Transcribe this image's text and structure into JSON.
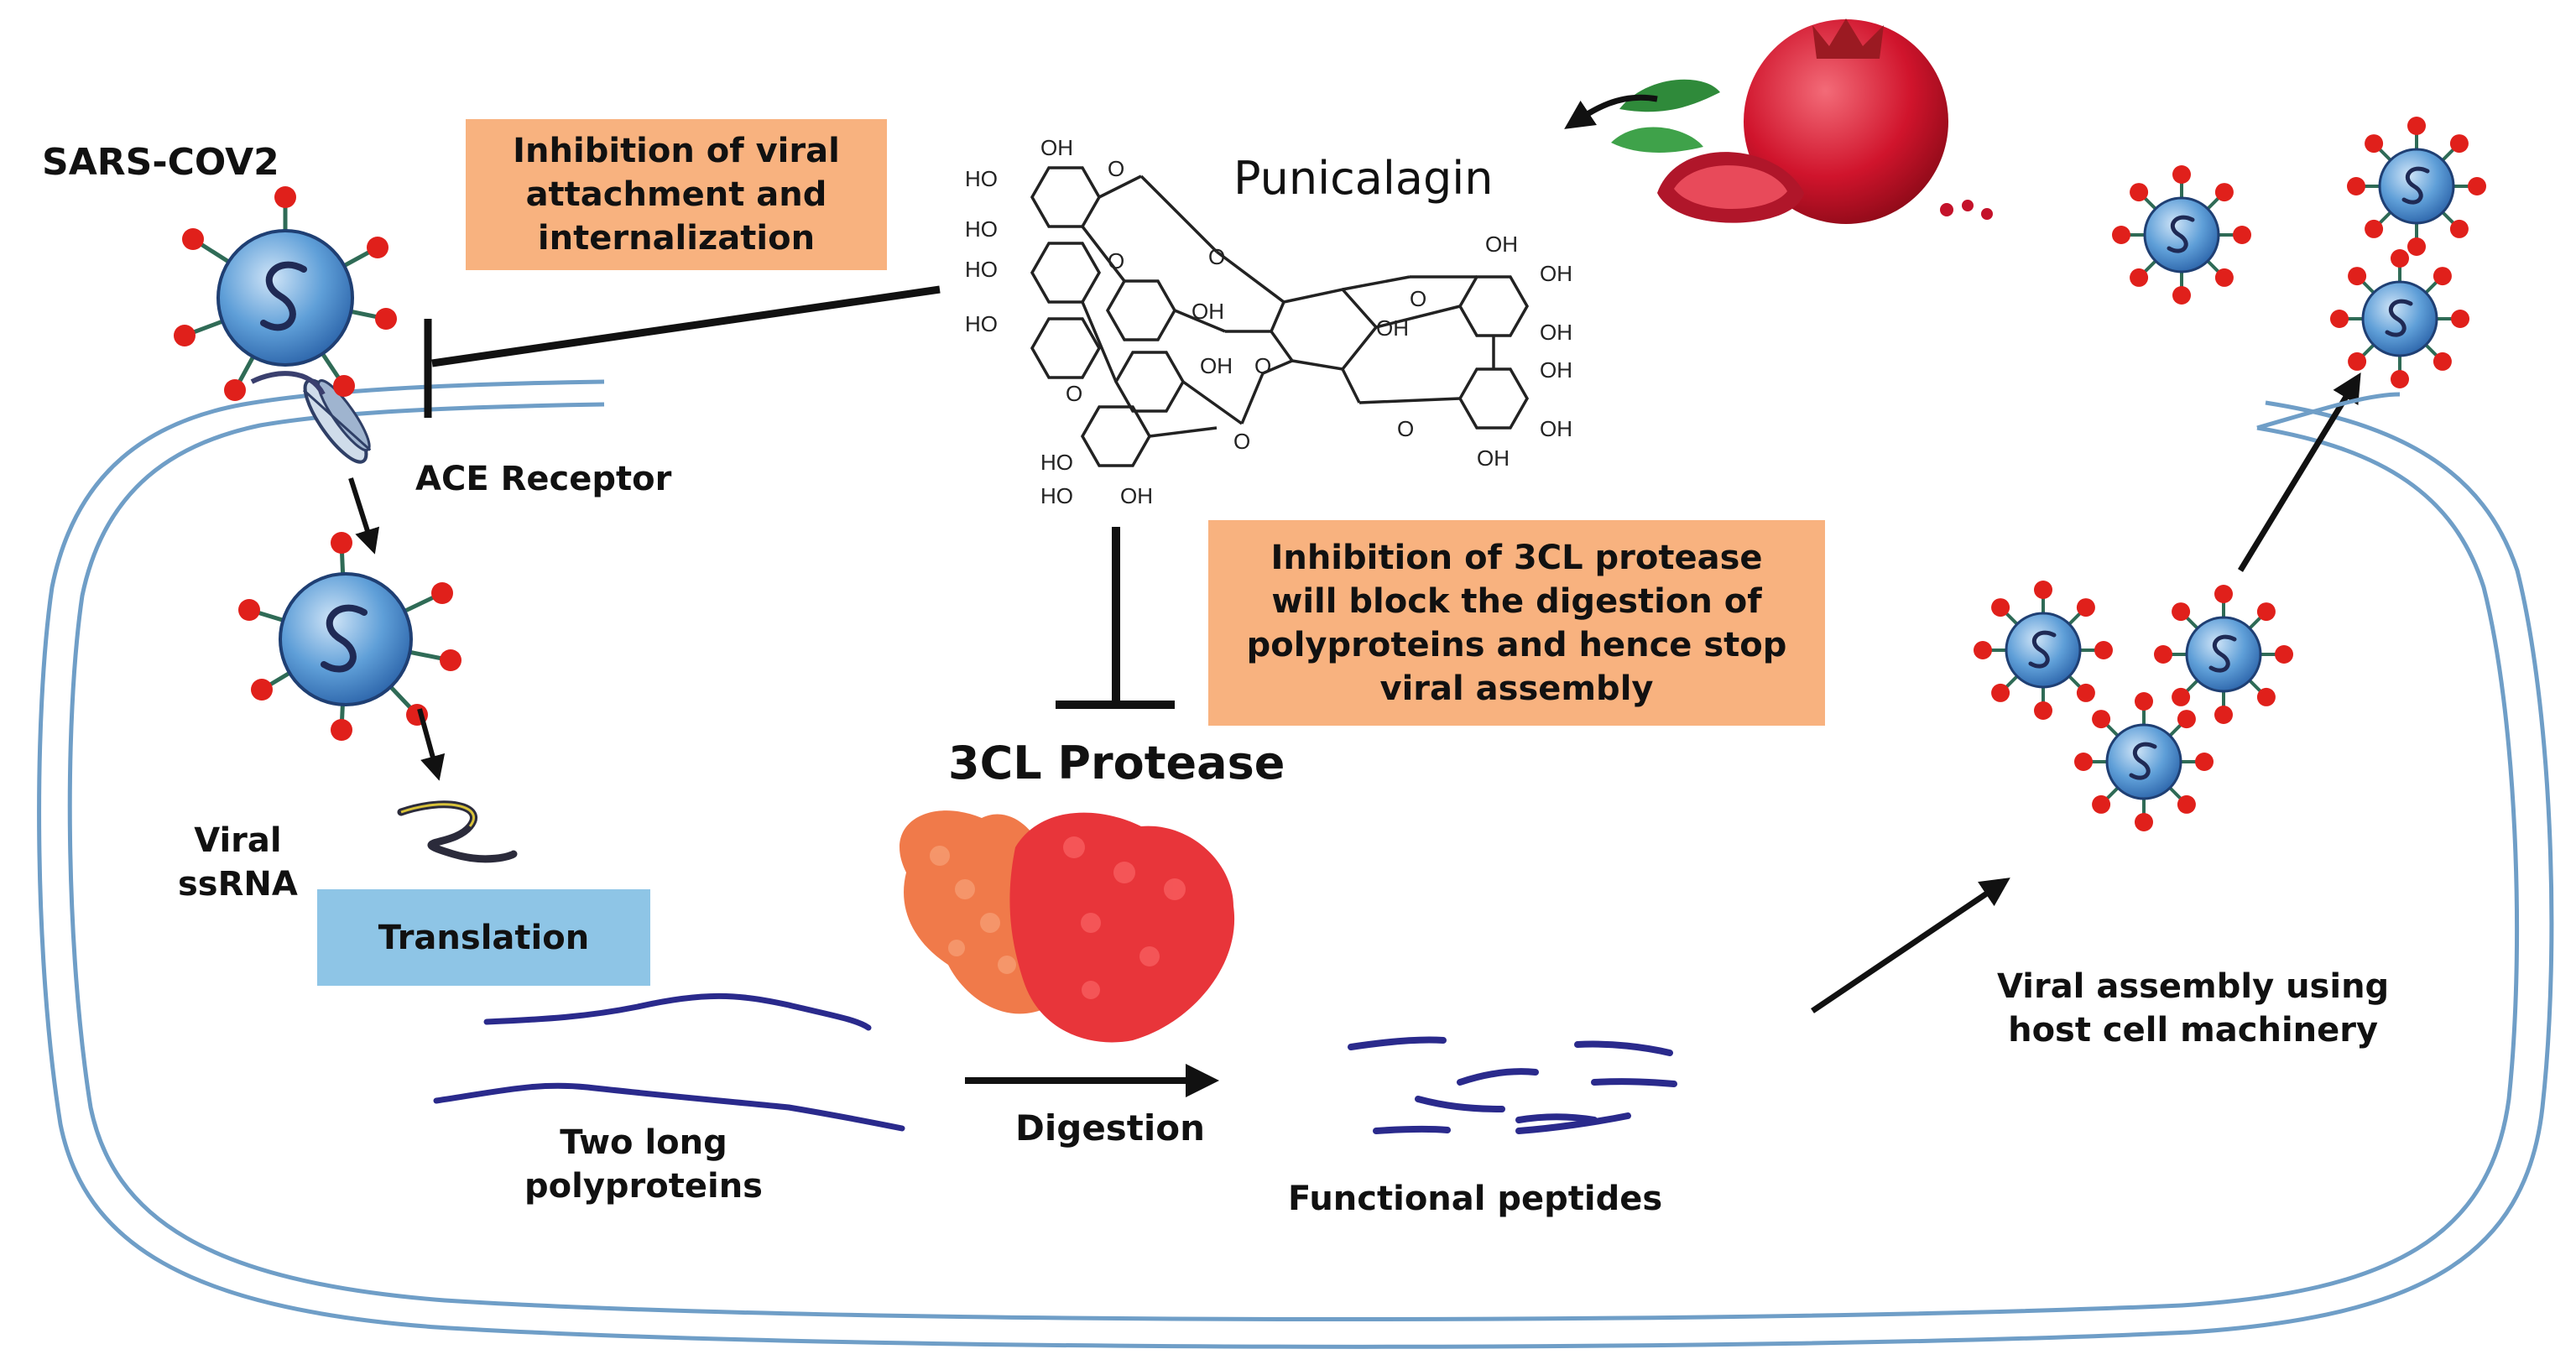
{
  "labels": {
    "virus": "SARS-COV2",
    "receptor": "ACE Receptor",
    "compound": "Punicalagin",
    "protease": "3CL Protease",
    "rna": "Viral\nssRNA",
    "polyproteins": "Two long\npolyproteins",
    "digestion": "Digestion",
    "peptides": "Functional peptides",
    "assembly": "Viral assembly using\nhost cell machinery"
  },
  "boxes": {
    "attachment": "Inhibition of viral\nattachment and\ninternalization",
    "protease_block": "Inhibition of 3CL protease\nwill block the digestion of\npolyproteins and hence stop\nviral assembly",
    "translation": "Translation"
  },
  "structure_labels": {
    "hydroxyl": "OH",
    "hydroxyl_left": "HO",
    "oxygen": "O"
  },
  "colors": {
    "note_box": "#f8b27f",
    "translation_box": "#8ec5e6",
    "membrane": "#6f9ec7",
    "virion_body": "#3f84c8",
    "spike_tip": "#e0201b",
    "protein_chain": "#2a2a8c",
    "protease_left": "#f07a4a",
    "protease_right": "#e8353a"
  },
  "icons": [
    "virion-icon",
    "ace-receptor-icon",
    "rna-strand-icon",
    "pomegranate-icon",
    "protease-enzyme-icon",
    "inhibition-bar-icon",
    "arrow-icon"
  ]
}
